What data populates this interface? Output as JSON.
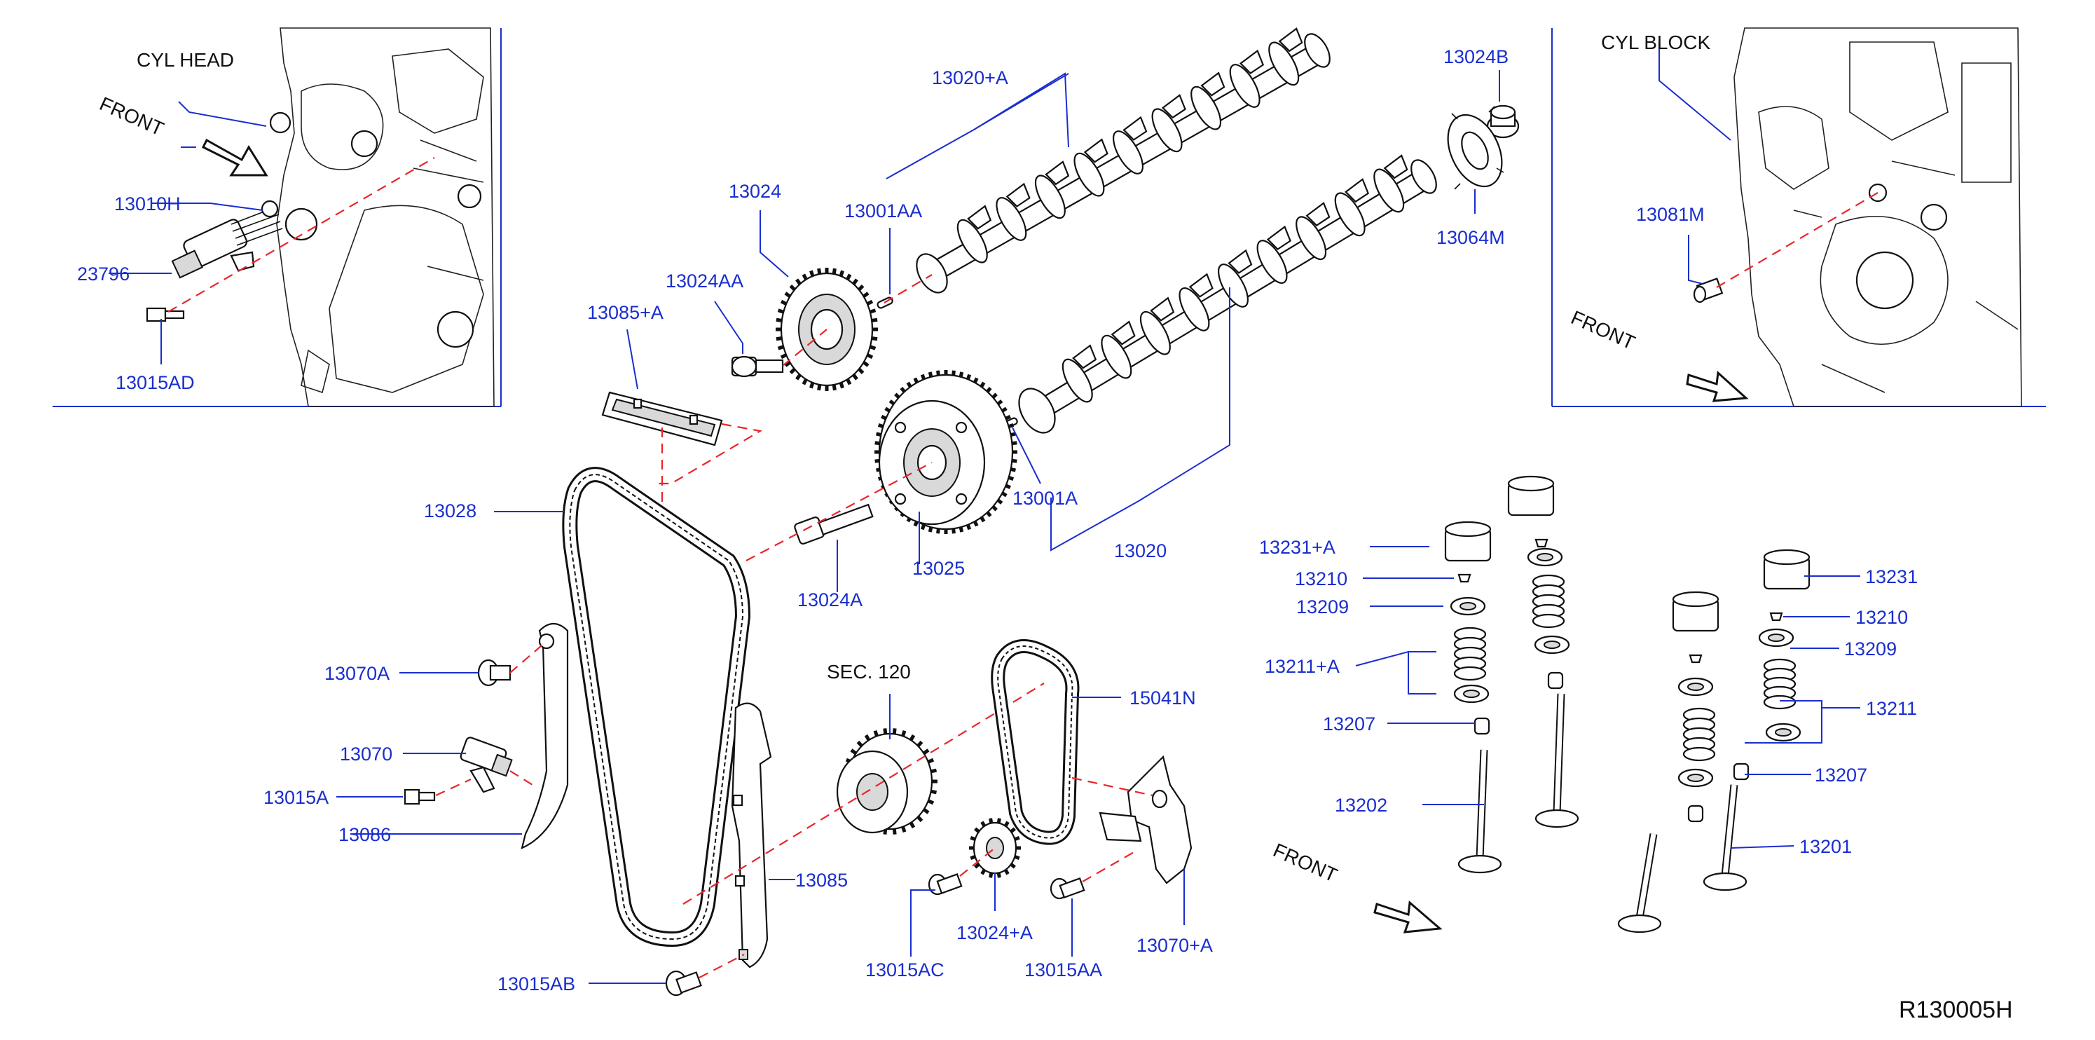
{
  "labels": {
    "cyl_head": "CYL   HEAD",
    "cyl_block": "CYL   BLOCK",
    "front_1": "FRONT",
    "front_2": "FRONT",
    "front_3": "FRONT",
    "sec_120": "SEC.   120",
    "ref_code": "R130005H"
  },
  "parts": {
    "p13010H": "13010H",
    "p23796": "23796",
    "p13015AD": "13015AD",
    "p13020A": "13020+A",
    "p13024": "13024",
    "p13001AA": "13001AA",
    "p13024AA": "13024AA",
    "p13085A": "13085+A",
    "p13024B": "13024B",
    "p13064M": "13064M",
    "p13081M": "13081M",
    "p13028": "13028",
    "p13001A": "13001A",
    "p13020": "13020",
    "p13024A": "13024A",
    "p13025": "13025",
    "p13070A": "13070A",
    "p13070": "13070",
    "p13015A": "13015A",
    "p13086": "13086",
    "p15041N": "15041N",
    "p13085": "13085",
    "p13015AB": "13015AB",
    "p13015AC": "13015AC",
    "p13024pA": "13024+A",
    "p13015AA": "13015AA",
    "p13070pA": "13070+A",
    "p13231A": "13231+A",
    "p13210a": "13210",
    "p13209a": "13209",
    "p13211A": "13211+A",
    "p13207a": "13207",
    "p13202": "13202",
    "p13231": "13231",
    "p13210b": "13210",
    "p13209b": "13209",
    "p13211": "13211",
    "p13207b": "13207",
    "p13201": "13201"
  }
}
